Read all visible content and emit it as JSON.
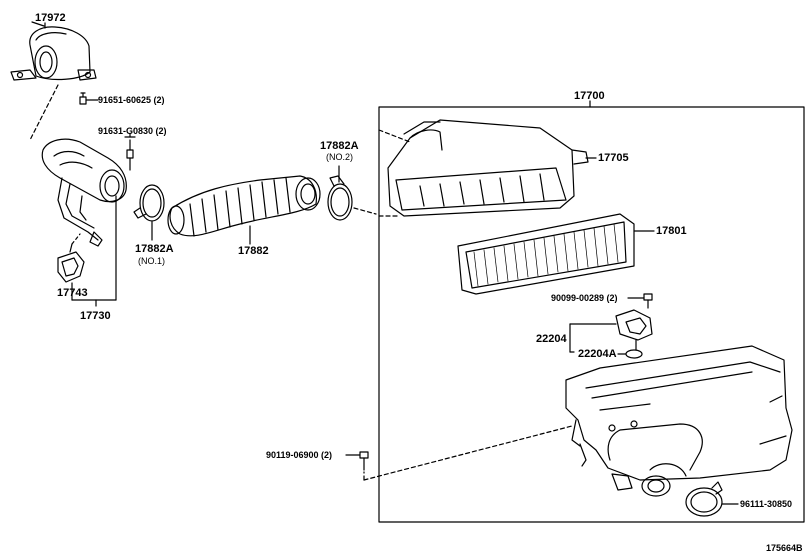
{
  "labels": {
    "p17972": "17972",
    "p91651": "91651-60625 (2)",
    "p91631": "91631-G0830 (2)",
    "p17882A_1": "17882A",
    "p17882A_1_sub": "(NO.1)",
    "p17882": "17882",
    "p17882A_2": "17882A",
    "p17882A_2_sub": "(NO.2)",
    "p17743": "17743",
    "p17730": "17730",
    "p17700": "17700",
    "p17705": "17705",
    "p17801": "17801",
    "p90099": "90099-00289 (2)",
    "p22204": "22204",
    "p22204A": "22204A",
    "p90119": "90119-06900 (2)",
    "p96111": "96111-30850",
    "ref": "175664B"
  }
}
